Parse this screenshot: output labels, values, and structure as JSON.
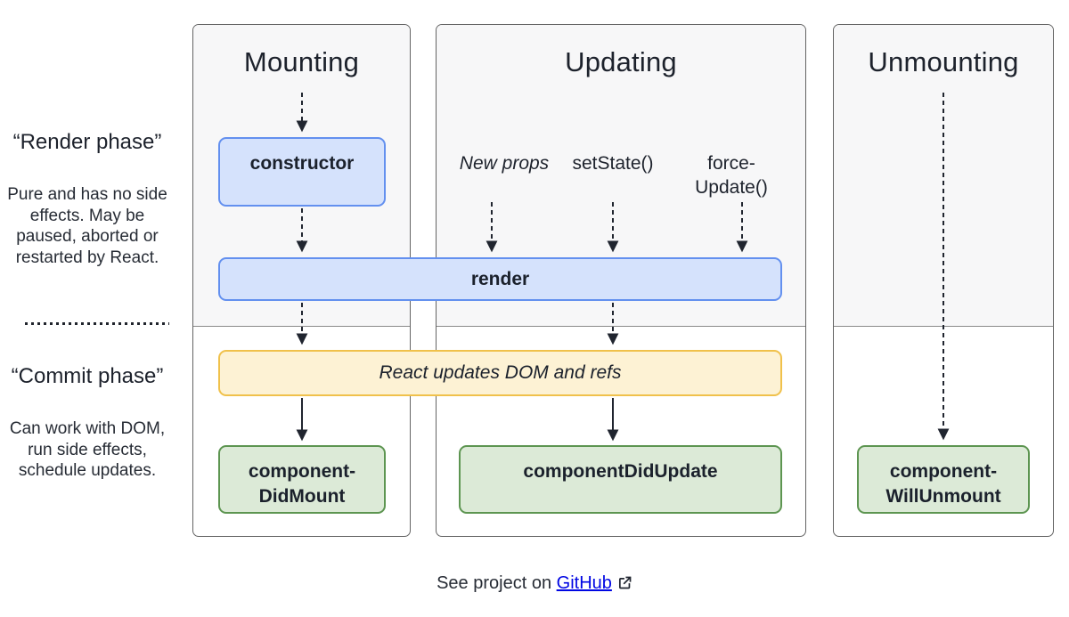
{
  "sidebar": {
    "render_phase": {
      "title": "“Render\nphase”",
      "description": "Pure and has no side effects. May be paused, aborted or restarted by React."
    },
    "commit_phase": {
      "title": "“Commit\nphase”",
      "description": "Can work with DOM, run side ef­fects, schedule updates."
    }
  },
  "columns": {
    "mounting": {
      "title": "Mounting"
    },
    "updating": {
      "title": "Updating"
    },
    "unmounting": {
      "title": "Unmounting"
    }
  },
  "boxes": {
    "constructor": {
      "label": "constructor"
    },
    "render": {
      "label": "render"
    },
    "react_updates": {
      "label": "React updates DOM and refs"
    },
    "component_did_mount": {
      "label": "component-\nDidMount"
    },
    "component_did_update": {
      "label": "componentDidUpdate"
    },
    "component_will_unmount": {
      "label": "component-\nWillUnmount"
    }
  },
  "updating_triggers": [
    {
      "label": "New props"
    },
    {
      "label": "setState()"
    },
    {
      "label": "force-\nUpdate()"
    }
  ],
  "footer": {
    "text": "See project on",
    "link_label": "GitHub",
    "link_icon": "external-link-icon"
  },
  "colors": {
    "render_phase_bg": "#f7f7f8",
    "commit_phase_bg": "#ffffff",
    "blue_fill": "#d5e2fc",
    "blue_border": "#6390ef",
    "yellow_fill": "#fdf2d4",
    "yellow_border": "#f0c14b",
    "green_fill": "#dcead7",
    "green_border": "#5d9551",
    "arrow": "#20252f",
    "link": "#0006e3",
    "text": "#1d222c"
  }
}
